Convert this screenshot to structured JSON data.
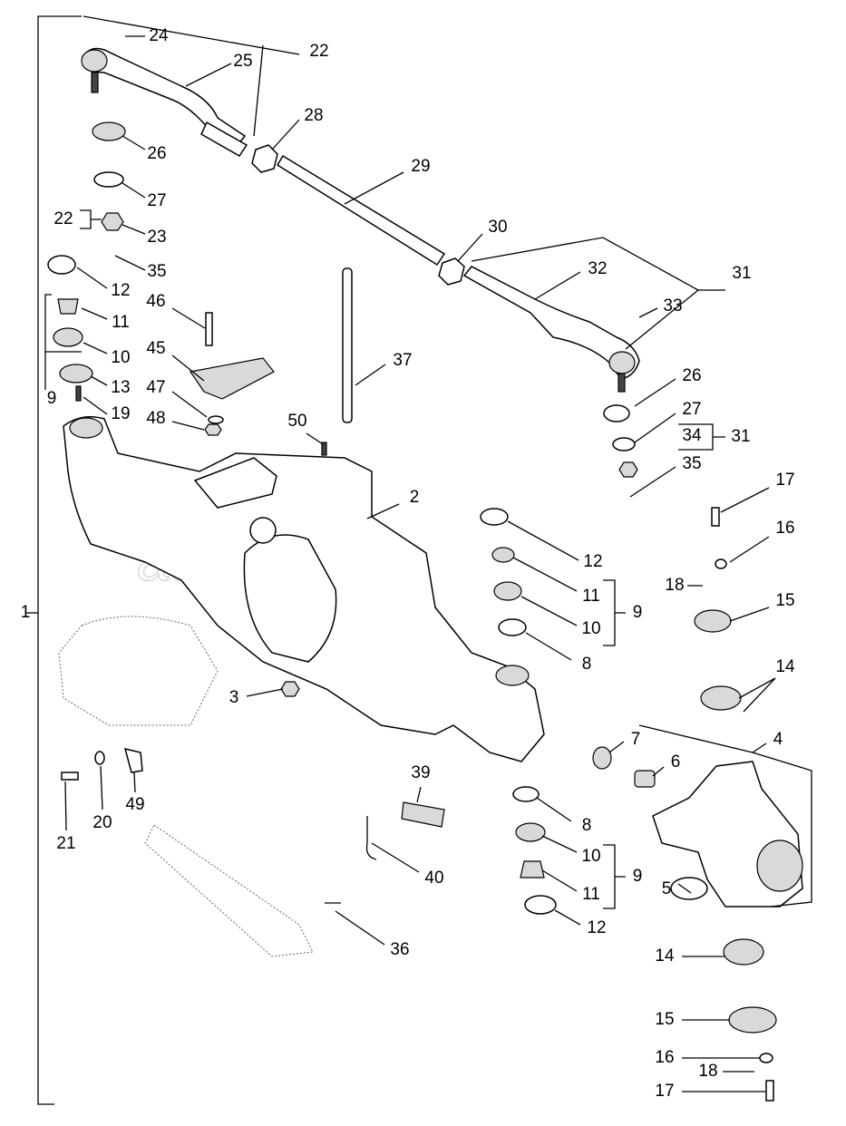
{
  "watermark": "autopiter.ru",
  "callouts": [
    "24",
    "22",
    "25",
    "28",
    "26",
    "29",
    "27",
    "22",
    "23",
    "30",
    "35",
    "32",
    "31",
    "12",
    "33",
    "46",
    "11",
    "10",
    "45",
    "37",
    "13",
    "9",
    "26",
    "19",
    "47",
    "48",
    "27",
    "50",
    "34",
    "31",
    "35",
    "17",
    "2",
    "16",
    "12",
    "11",
    "18",
    "1",
    "9",
    "15",
    "10",
    "8",
    "14",
    "3",
    "7",
    "4",
    "6",
    "39",
    "49",
    "20",
    "8",
    "21",
    "10",
    "9",
    "40",
    "11",
    "5",
    "12",
    "36",
    "14",
    "15",
    "16",
    "18",
    "17"
  ]
}
